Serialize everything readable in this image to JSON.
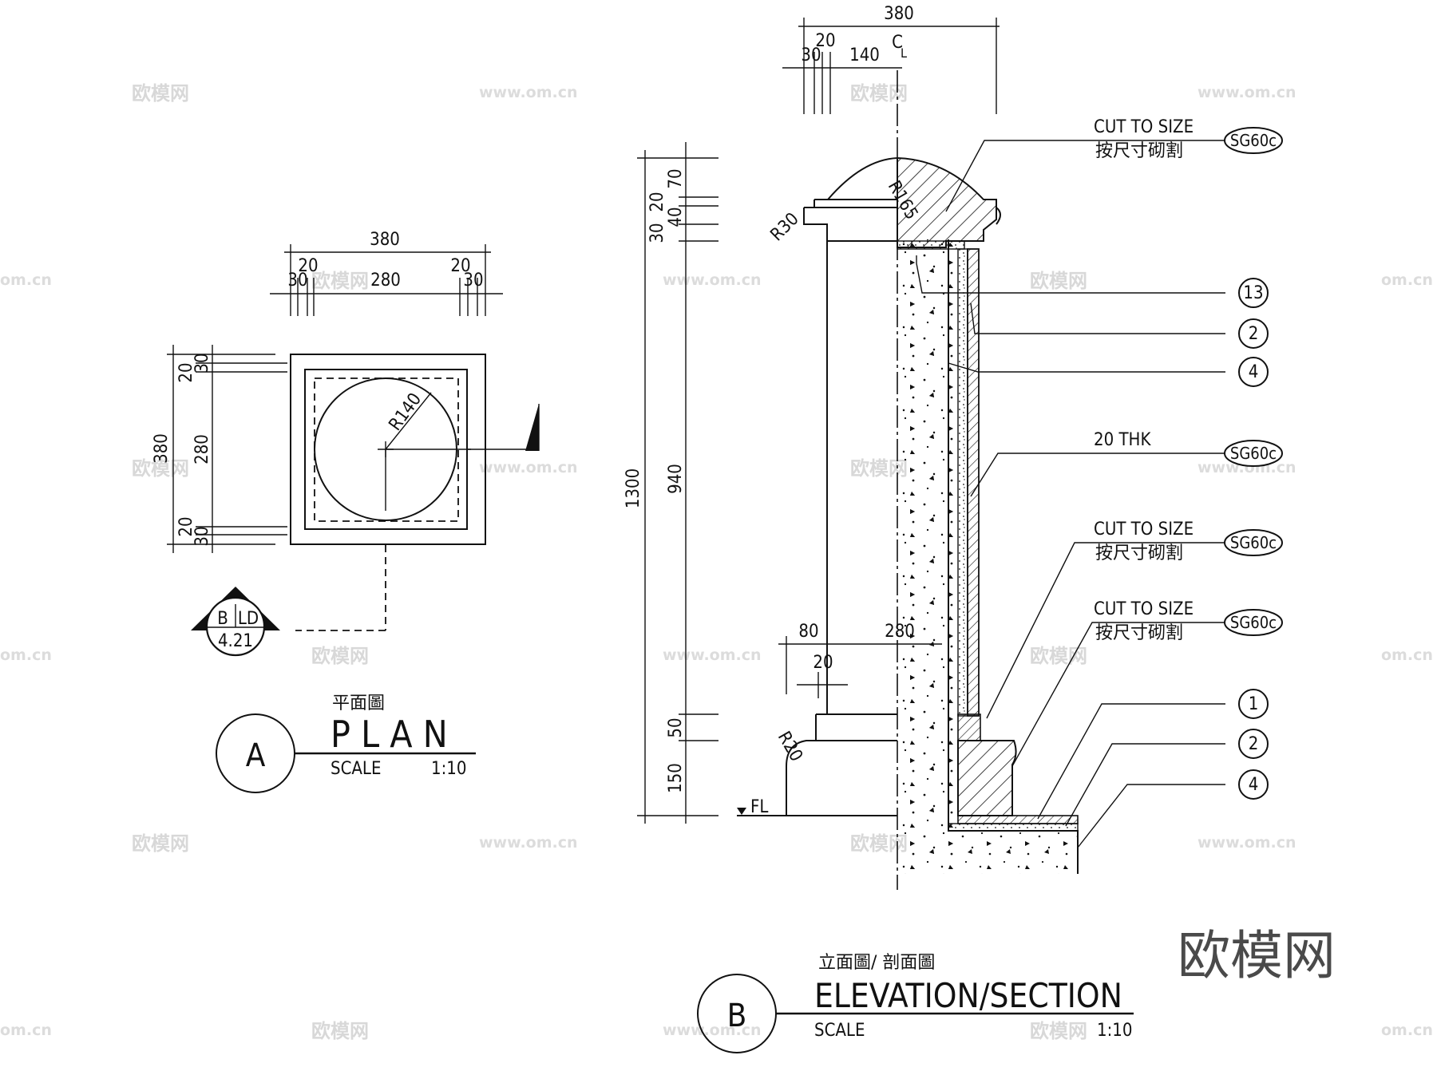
{
  "plan": {
    "dims": {
      "overall_width": "380",
      "left_20": "20",
      "left_30": "30",
      "inner_280": "280",
      "right_20": "20",
      "right_30": "30",
      "overall_height": "380",
      "v_top_30": "30",
      "v_top_20": "20",
      "v_280": "280",
      "v_bot_20": "20",
      "v_bot_30": "30",
      "radius": "R140"
    },
    "callout": {
      "letter": "B",
      "sheet": "LD",
      "number": "4.21"
    },
    "title": {
      "letter": "A",
      "chinese": "平面圖",
      "english": "P L A N",
      "scale_label": "SCALE",
      "scale_value": "1:10"
    }
  },
  "elevation": {
    "dims": {
      "top_380": "380",
      "top_20": "20",
      "top_30": "30",
      "top_140": "140",
      "centerline": "C",
      "centerline_sub": "L",
      "v_1300": "1300",
      "v_940": "940",
      "v_70": "70",
      "v_20": "20",
      "v_40": "40",
      "v_30": "30",
      "v_50": "50",
      "v_150": "150",
      "h_80": "80",
      "h_280": "280",
      "h_20": "20",
      "r30": "R30",
      "r165": "R165",
      "r20": "R20",
      "fl": "FL"
    },
    "notes": [
      {
        "en": "CUT TO SIZE",
        "cn": "按尺寸砌割",
        "tag": "SG60c"
      },
      {
        "en": "",
        "cn": "",
        "tag": "13"
      },
      {
        "en": "",
        "cn": "",
        "tag": "2"
      },
      {
        "en": "",
        "cn": "",
        "tag": "4"
      },
      {
        "en": "20 THK",
        "cn": "",
        "tag": "SG60c"
      },
      {
        "en": "CUT TO SIZE",
        "cn": "按尺寸砌割",
        "tag": "SG60c"
      },
      {
        "en": "CUT TO SIZE",
        "cn": "按尺寸砌割",
        "tag": "SG60c"
      },
      {
        "en": "",
        "cn": "",
        "tag": "1"
      },
      {
        "en": "",
        "cn": "",
        "tag": "2"
      },
      {
        "en": "",
        "cn": "",
        "tag": "4"
      }
    ],
    "title": {
      "letter": "B",
      "chinese": "立面圖/ 剖面圖",
      "english": "ELEVATION/SECTION",
      "scale_label": "SCALE",
      "scale_value": "1:10"
    }
  },
  "watermark": {
    "logo": "欧模网",
    "url": "www.om.cn",
    "url_fragment": "om.cn"
  },
  "colors": {
    "ink": "#111111",
    "watermark": "#d8d8d8",
    "logo": "#4a4a4a",
    "background": "#ffffff"
  }
}
